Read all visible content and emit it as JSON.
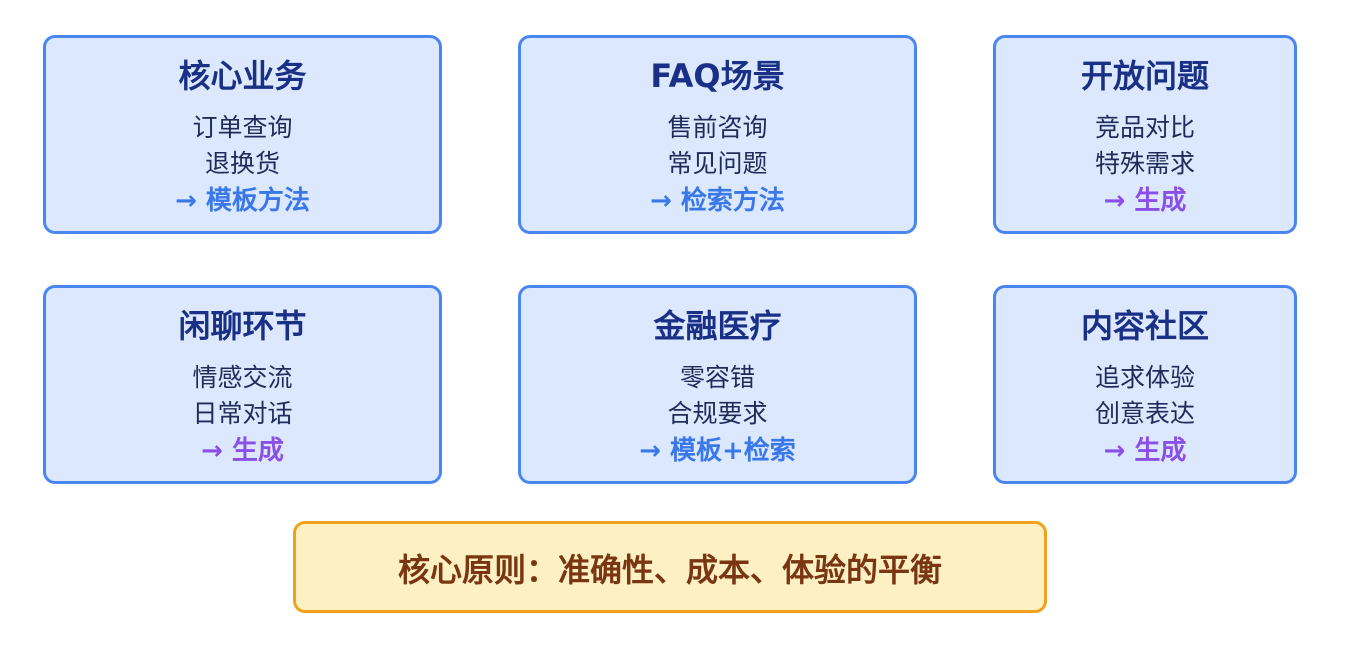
{
  "colors": {
    "card_bg": "#dbe8fd",
    "card_border": "#4a86ef",
    "title": "#1a2f86",
    "body_text": "#1f2c5a",
    "method_template_search": "#3a78ea",
    "method_generate": "#8a4fe6",
    "principle_bg": "#fdf1c3",
    "principle_border": "#f1a21c",
    "principle_text": "#7a3612"
  },
  "cards": [
    {
      "title": "核心业务",
      "lines": [
        "订单查询",
        "退换货"
      ],
      "method": "→ 模板方法",
      "method_kind": "template"
    },
    {
      "title": "FAQ场景",
      "lines": [
        "售前咨询",
        "常见问题"
      ],
      "method": "→ 检索方法",
      "method_kind": "search"
    },
    {
      "title": "开放问题",
      "lines": [
        "竞品对比",
        "特殊需求"
      ],
      "method": "→ 生成",
      "method_kind": "generate"
    },
    {
      "title": "闲聊环节",
      "lines": [
        "情感交流",
        "日常对话"
      ],
      "method": "→ 生成",
      "method_kind": "generate"
    },
    {
      "title": "金融医疗",
      "lines": [
        "零容错",
        "合规要求"
      ],
      "method": "→ 模板+检索",
      "method_kind": "template"
    },
    {
      "title": "内容社区",
      "lines": [
        "追求体验",
        "创意表达"
      ],
      "method": "→ 生成",
      "method_kind": "generate"
    }
  ],
  "principle": {
    "text": "核心原则：准确性、成本、体验的平衡"
  }
}
